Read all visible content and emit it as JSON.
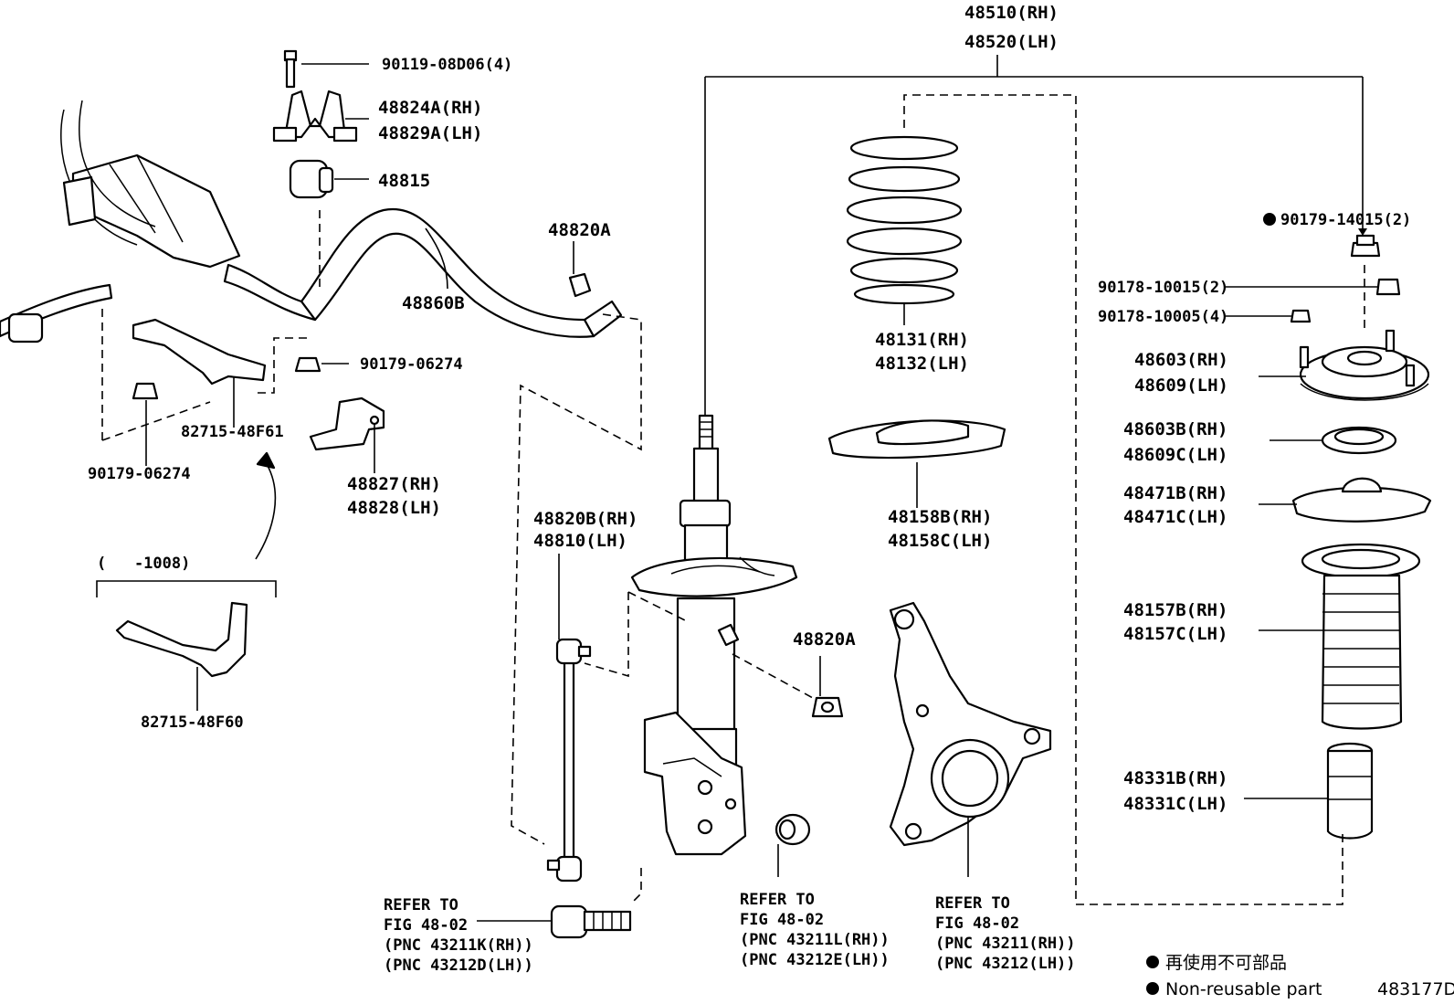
{
  "diagram_id": "483177D",
  "labels": {
    "strut_rh": "48510(RH)",
    "strut_lh": "48520(LH)",
    "bolt_90119": "90119-08D06(4)",
    "bracket_rh": "48824A(RH)",
    "bracket_lh": "48829A(LH)",
    "bushing_48815": "48815",
    "bar_48860b": "48860B",
    "nut_48820a_top": "48820A",
    "nut_90179_06274_right": "90179-06274",
    "bracket_82715_48f61": "82715-48F61",
    "nut_90179_06274_left": "90179-06274",
    "clamp_rh": "48827(RH)",
    "clamp_lh": "48828(LH)",
    "range_note": "(   -1008)",
    "bracket_82715_48f60": "82715-48F60",
    "link_rh": "48820B(RH)",
    "link_lh": "48810(LH)",
    "nut_48820a_mid": "48820A",
    "spring_rh": "48131(RH)",
    "spring_lh": "48132(LH)",
    "insulator_rh": "48158B(RH)",
    "insulator_lh": "48158C(LH)",
    "nut_90179_14015": "90179-14015(2)",
    "nut_90178_10015": "90178-10015(2)",
    "nut_90178_10005": "90178-10005(4)",
    "support_rh": "48603(RH)",
    "support_lh": "48609(LH)",
    "bearing_rh": "48603B(RH)",
    "bearing_lh": "48609C(LH)",
    "seat_rh": "48471B(RH)",
    "seat_lh": "48471C(LH)",
    "boot_rh": "48157B(RH)",
    "boot_lh": "48157C(LH)",
    "bumper_rh": "48331B(RH)",
    "bumper_lh": "48331C(LH)"
  },
  "refs": {
    "bolt": [
      "REFER TO",
      "FIG 48-02",
      "(PNC 43211K(RH))",
      "(PNC 43212D(LH))"
    ],
    "bushing": [
      "REFER TO",
      "FIG 48-02",
      "(PNC 43211L(RH))",
      "(PNC 43212E(LH))"
    ],
    "knuckle": [
      "REFER TO",
      "FIG 48-02",
      "(PNC 43211(RH))",
      "(PNC 43212(LH))"
    ]
  },
  "legend": {
    "jp": "再使用不可部品",
    "en": "Non-reusable part"
  }
}
